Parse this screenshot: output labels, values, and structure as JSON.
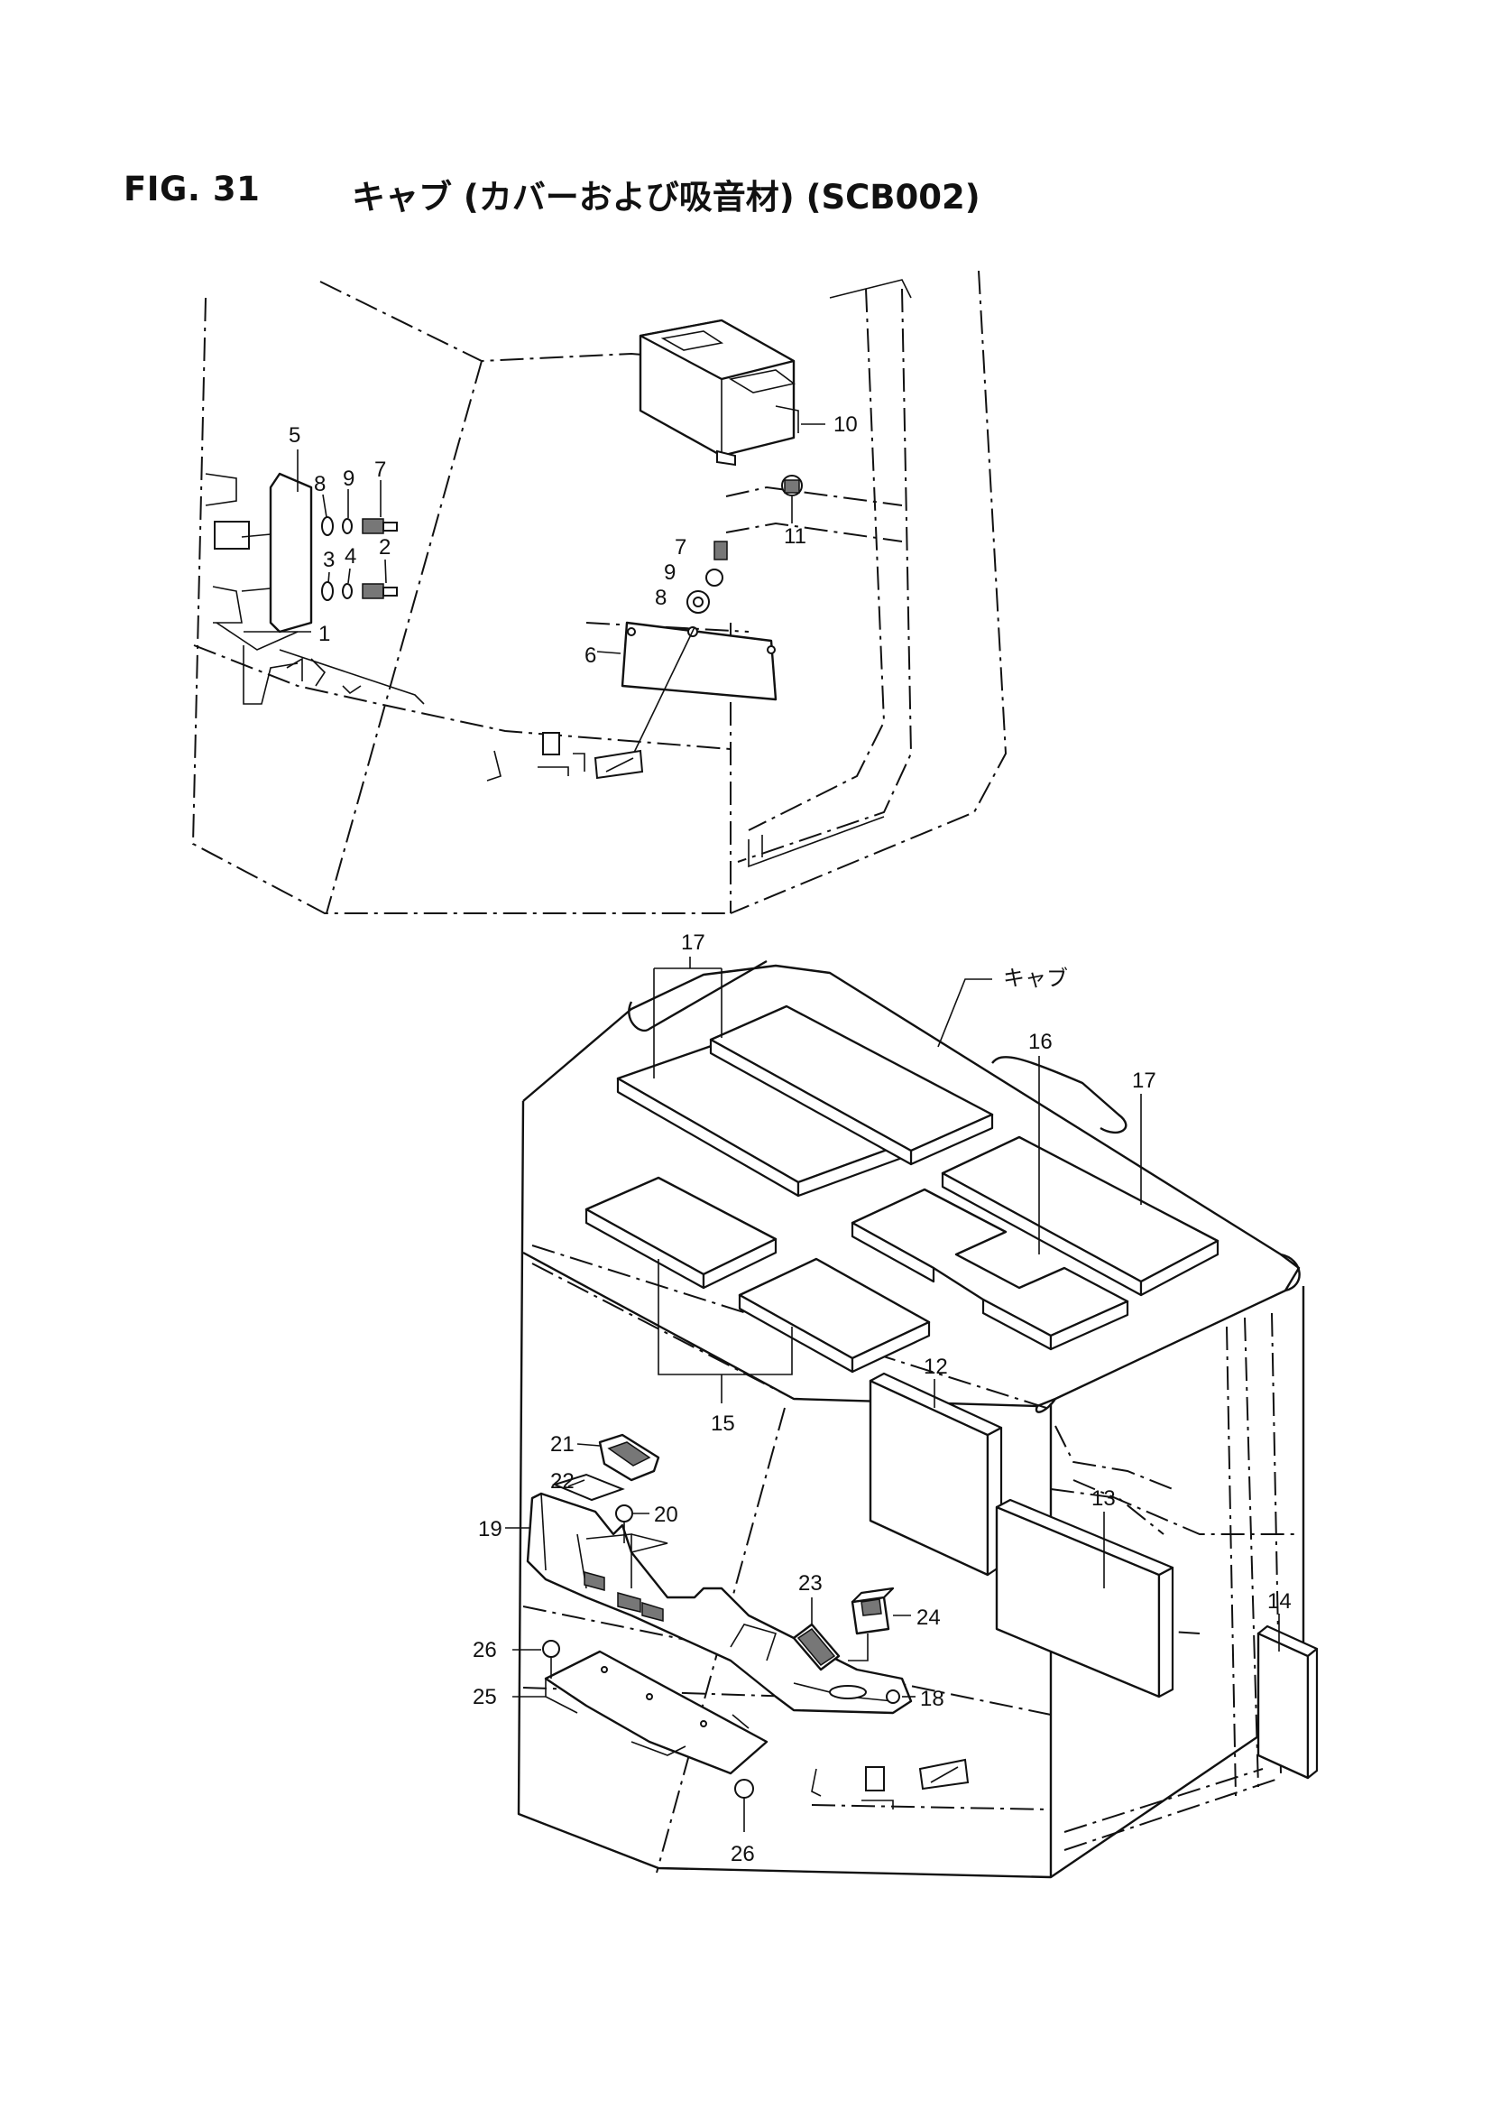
{
  "header": {
    "figure_label": "FIG. 31",
    "figure_title": "キャブ (カバーおよび吸音材) (SCB002)"
  },
  "callouts": {
    "top": [
      "5",
      "8",
      "9",
      "7",
      "3",
      "4",
      "2",
      "1",
      "6",
      "7",
      "9",
      "8",
      "10",
      "11"
    ],
    "bottom": [
      "17",
      "キャブ",
      "16",
      "17",
      "12",
      "15",
      "13",
      "14",
      "21",
      "22",
      "20",
      "19",
      "23",
      "24",
      "18",
      "26",
      "25",
      "26"
    ]
  }
}
